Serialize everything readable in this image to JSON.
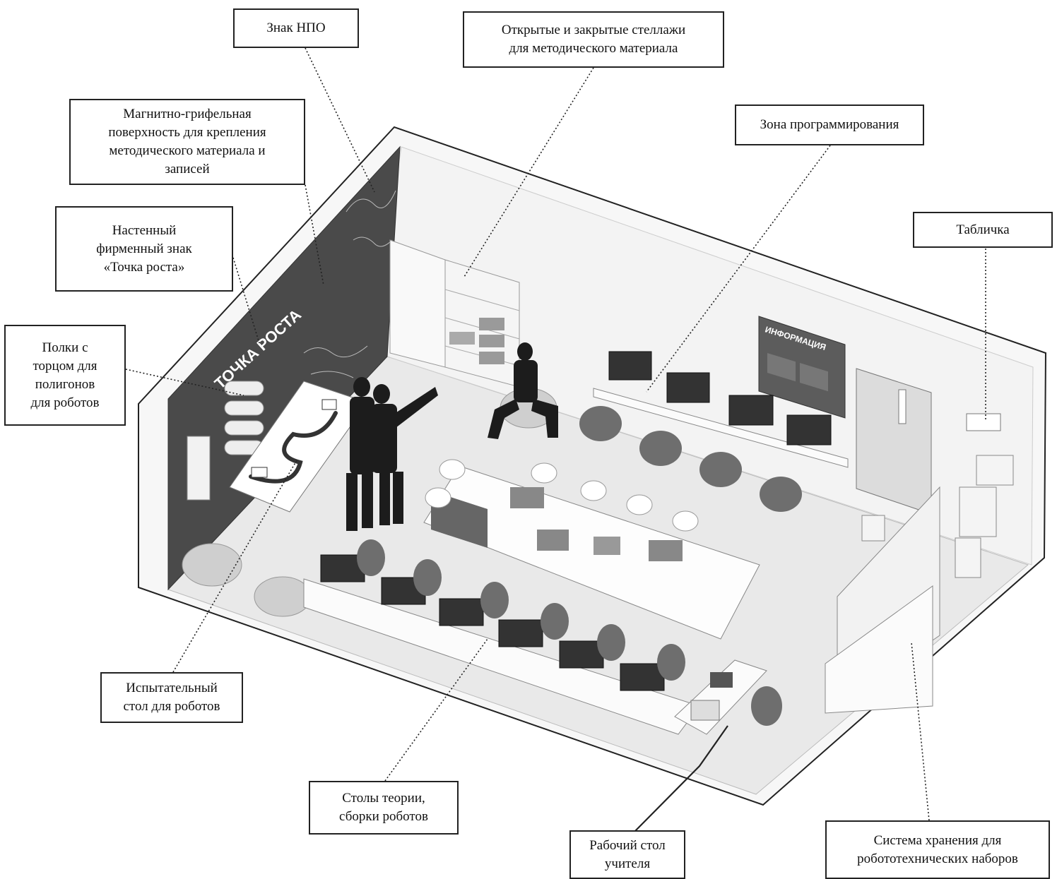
{
  "colors": {
    "wall_dark": "#4a4a4a",
    "wall_light": "#f3f3f3",
    "floor": "#e9e9e9",
    "outline": "#222222",
    "figure": "#1c1c1c",
    "chair": "#6e6e6e",
    "monitor": "#333333"
  },
  "labels": {
    "npo_sign": "Знак НПО",
    "shelves_open_closed": "Открытые и закрытые стеллажи\nдля методического материала",
    "magnetic_surface": "Магнитно-грифельная\nповерхность для крепления\nметодического материала и\nзаписей",
    "programming_zone": "Зона программирования",
    "wall_brand_sign": "Настенный\nфирменный знак\n«Точка роста»",
    "plaque": "Табличка",
    "robot_polygon_shelves": "Полки с\nторцом для\nполигонов\nдля роботов",
    "robot_test_table": "Испытательный\nстол для роботов",
    "theory_assembly_tables": "Столы теории,\nсборки роботов",
    "teacher_desk": "Рабочий стол\nучителя",
    "robotics_storage": "Система хранения для\nробототехнических наборов"
  },
  "scene_text": {
    "brand_logo": "ТОЧКА РОСТА",
    "info_board": "ИНФОРМАЦИЯ"
  }
}
